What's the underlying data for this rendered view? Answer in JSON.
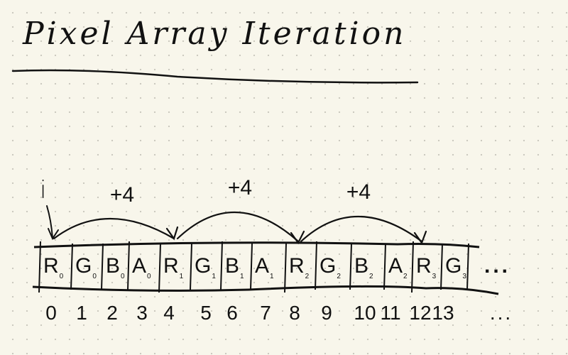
{
  "title": "Pixel Array Iteration",
  "iterator_label": "i",
  "step_labels": [
    "+4",
    "+4",
    "+4"
  ],
  "cells": [
    {
      "letter": "R",
      "sub": "0"
    },
    {
      "letter": "G",
      "sub": "0"
    },
    {
      "letter": "B",
      "sub": "0"
    },
    {
      "letter": "A",
      "sub": "0"
    },
    {
      "letter": "R",
      "sub": "1"
    },
    {
      "letter": "G",
      "sub": "1"
    },
    {
      "letter": "B",
      "sub": "1"
    },
    {
      "letter": "A",
      "sub": "1"
    },
    {
      "letter": "R",
      "sub": "2"
    },
    {
      "letter": "G",
      "sub": "2"
    },
    {
      "letter": "B",
      "sub": "2"
    },
    {
      "letter": "A",
      "sub": "2"
    },
    {
      "letter": "R",
      "sub": "3"
    },
    {
      "letter": "G",
      "sub": "3"
    }
  ],
  "cells_ellipsis": "...",
  "indices": [
    "0",
    "1",
    "2",
    "3",
    "4",
    "5",
    "6",
    "7",
    "8",
    "9",
    "10",
    "11",
    "12",
    "13"
  ],
  "indices_ellipsis": "..."
}
